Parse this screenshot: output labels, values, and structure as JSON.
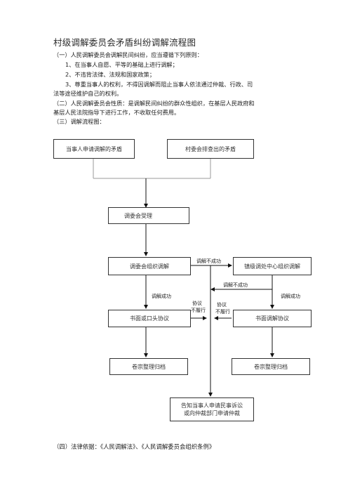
{
  "title": "村级调解委员会矛盾纠纷调解流程图",
  "section1": {
    "heading": "（一）人民调解委员会调解民间纠纷，应当遵循下列原则：",
    "items": [
      "1、在当事人自愿、平等的基础上进行调解；",
      "2、不违背法律、法规和国家政策；",
      "3、尊重当事人的权利，不得因调解而阻止当事人依法通过仲裁、行政、司",
      "法等途径维护自己的权利。"
    ]
  },
  "section2": {
    "line1": "（二）人民调解委员会性质：是调解民间纠纷的群众性组织，在基层人民政府和",
    "line2": "基层人民法院指导下进行工作，不收取任何费用。"
  },
  "section3": {
    "heading": "（三）调解流程图："
  },
  "flow": {
    "box_apply": "当事人申请调解的矛盾",
    "box_village": "村委会排查出的矛盾",
    "box_accept": "调委会受理",
    "box_org_mediate": "调委会组织调解",
    "box_town_mediate": "镇级调处中心组织调解",
    "box_oral_agreement": "书面或口头协议",
    "box_written_agreement": "书面调解协议",
    "box_archive_left": "卷宗整理归档",
    "box_archive_right": "卷宗整理归档",
    "box_notify_line1": "告知当事人申请民事诉讼",
    "box_notify_line2": "或向仲裁部门申请仲裁",
    "label_fail_1": "调解不成功",
    "label_fail_2": "调解不成功",
    "label_success_left": "调解成功",
    "label_success_right": "调解成功",
    "label_agree_left_1": "协议",
    "label_agree_left_2": "不履行",
    "label_agree_right_1": "协议",
    "label_agree_right_2": "不履行"
  },
  "section4": "（四）法律依据：《人民调解法》、《人民调解委员会组织条例》"
}
